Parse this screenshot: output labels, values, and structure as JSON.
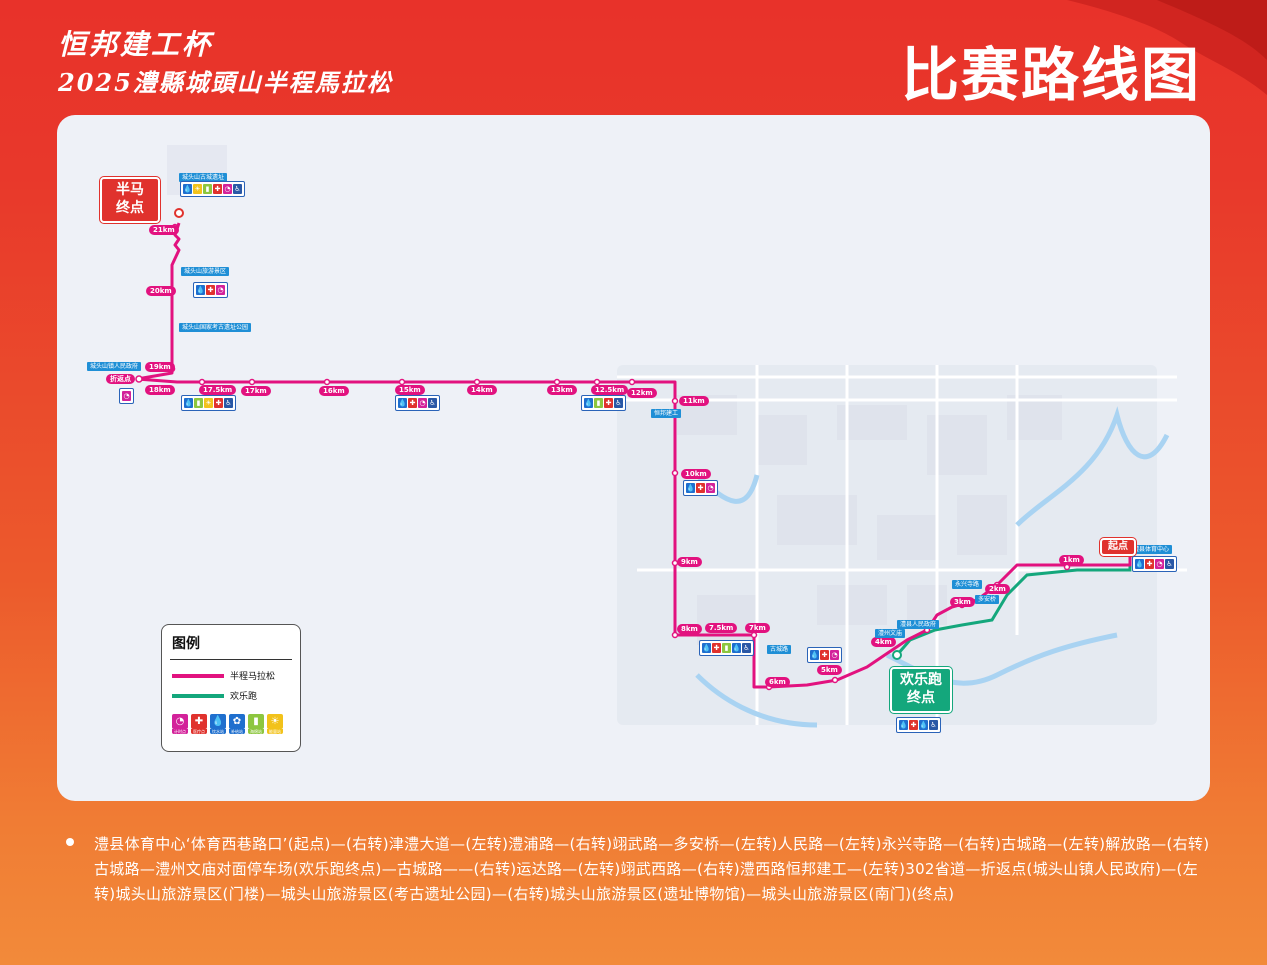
{
  "header": {
    "event_line1": "恒邦建工杯",
    "event_line2": "2025澧縣城頭山半程馬拉松",
    "page_title": "比赛路线图"
  },
  "colors": {
    "half_marathon_route": "#e2127f",
    "fun_run_route": "#14a77c",
    "header_red": "#e8322a",
    "footer_orange": "#f28a3a"
  },
  "map": {
    "finish_half": {
      "line1": "半马",
      "line2": "终点"
    },
    "start": "起点",
    "finish_fun": {
      "line1": "欢乐跑",
      "line2": "终点"
    },
    "km_markers": [
      "1km",
      "2km",
      "3km",
      "4km",
      "5km",
      "6km",
      "7km",
      "7.5km",
      "8km",
      "9km",
      "10km",
      "11km",
      "12km",
      "12.5km",
      "13km",
      "14km",
      "15km",
      "16km",
      "17km",
      "17.5km",
      "18km",
      "19km",
      "20km",
      "21km"
    ],
    "turnaround": "折返点",
    "poi_labels": [
      "城头山古城遗址",
      "城头山旅游景区",
      "城头山国家考古遗址公园",
      "城头山镇人民政府",
      "澧县体育中心",
      "澧县人民政府",
      "澧州文庙",
      "多安桥",
      "恒邦建工",
      "古城路",
      "永兴寺路"
    ]
  },
  "legend": {
    "title": "图例",
    "half_marathon": "半程马拉松",
    "fun_run": "欢乐跑",
    "icons": [
      {
        "name": "timing-icon",
        "label": "计时点"
      },
      {
        "name": "medical-icon",
        "label": "医疗点"
      },
      {
        "name": "water-icon",
        "label": "饮水站"
      },
      {
        "name": "energy-icon",
        "label": "补给站"
      },
      {
        "name": "sponge-icon",
        "label": "海绵站"
      },
      {
        "name": "refresh-icon",
        "label": "能量站"
      }
    ]
  },
  "route_description": "澧县体育中心‘体育西巷路口’(起点)—(右转)津澧大道—(左转)澧浦路—(右转)翊武路—多安桥—(左转)人民路—(左转)永兴寺路—(右转)古城路—(左转)解放路—(右转)古城路—澧州文庙对面停车场(欢乐跑终点)—古城路——(右转)运达路—(左转)翊武西路—(右转)澧西路恒邦建工—(左转)302省道—折返点(城头山镇人民政府)—(左转)城头山旅游景区(门楼)—城头山旅游景区(考古遗址公园)—(右转)城头山旅游景区(遗址博物馆)—城头山旅游景区(南门)(终点)"
}
